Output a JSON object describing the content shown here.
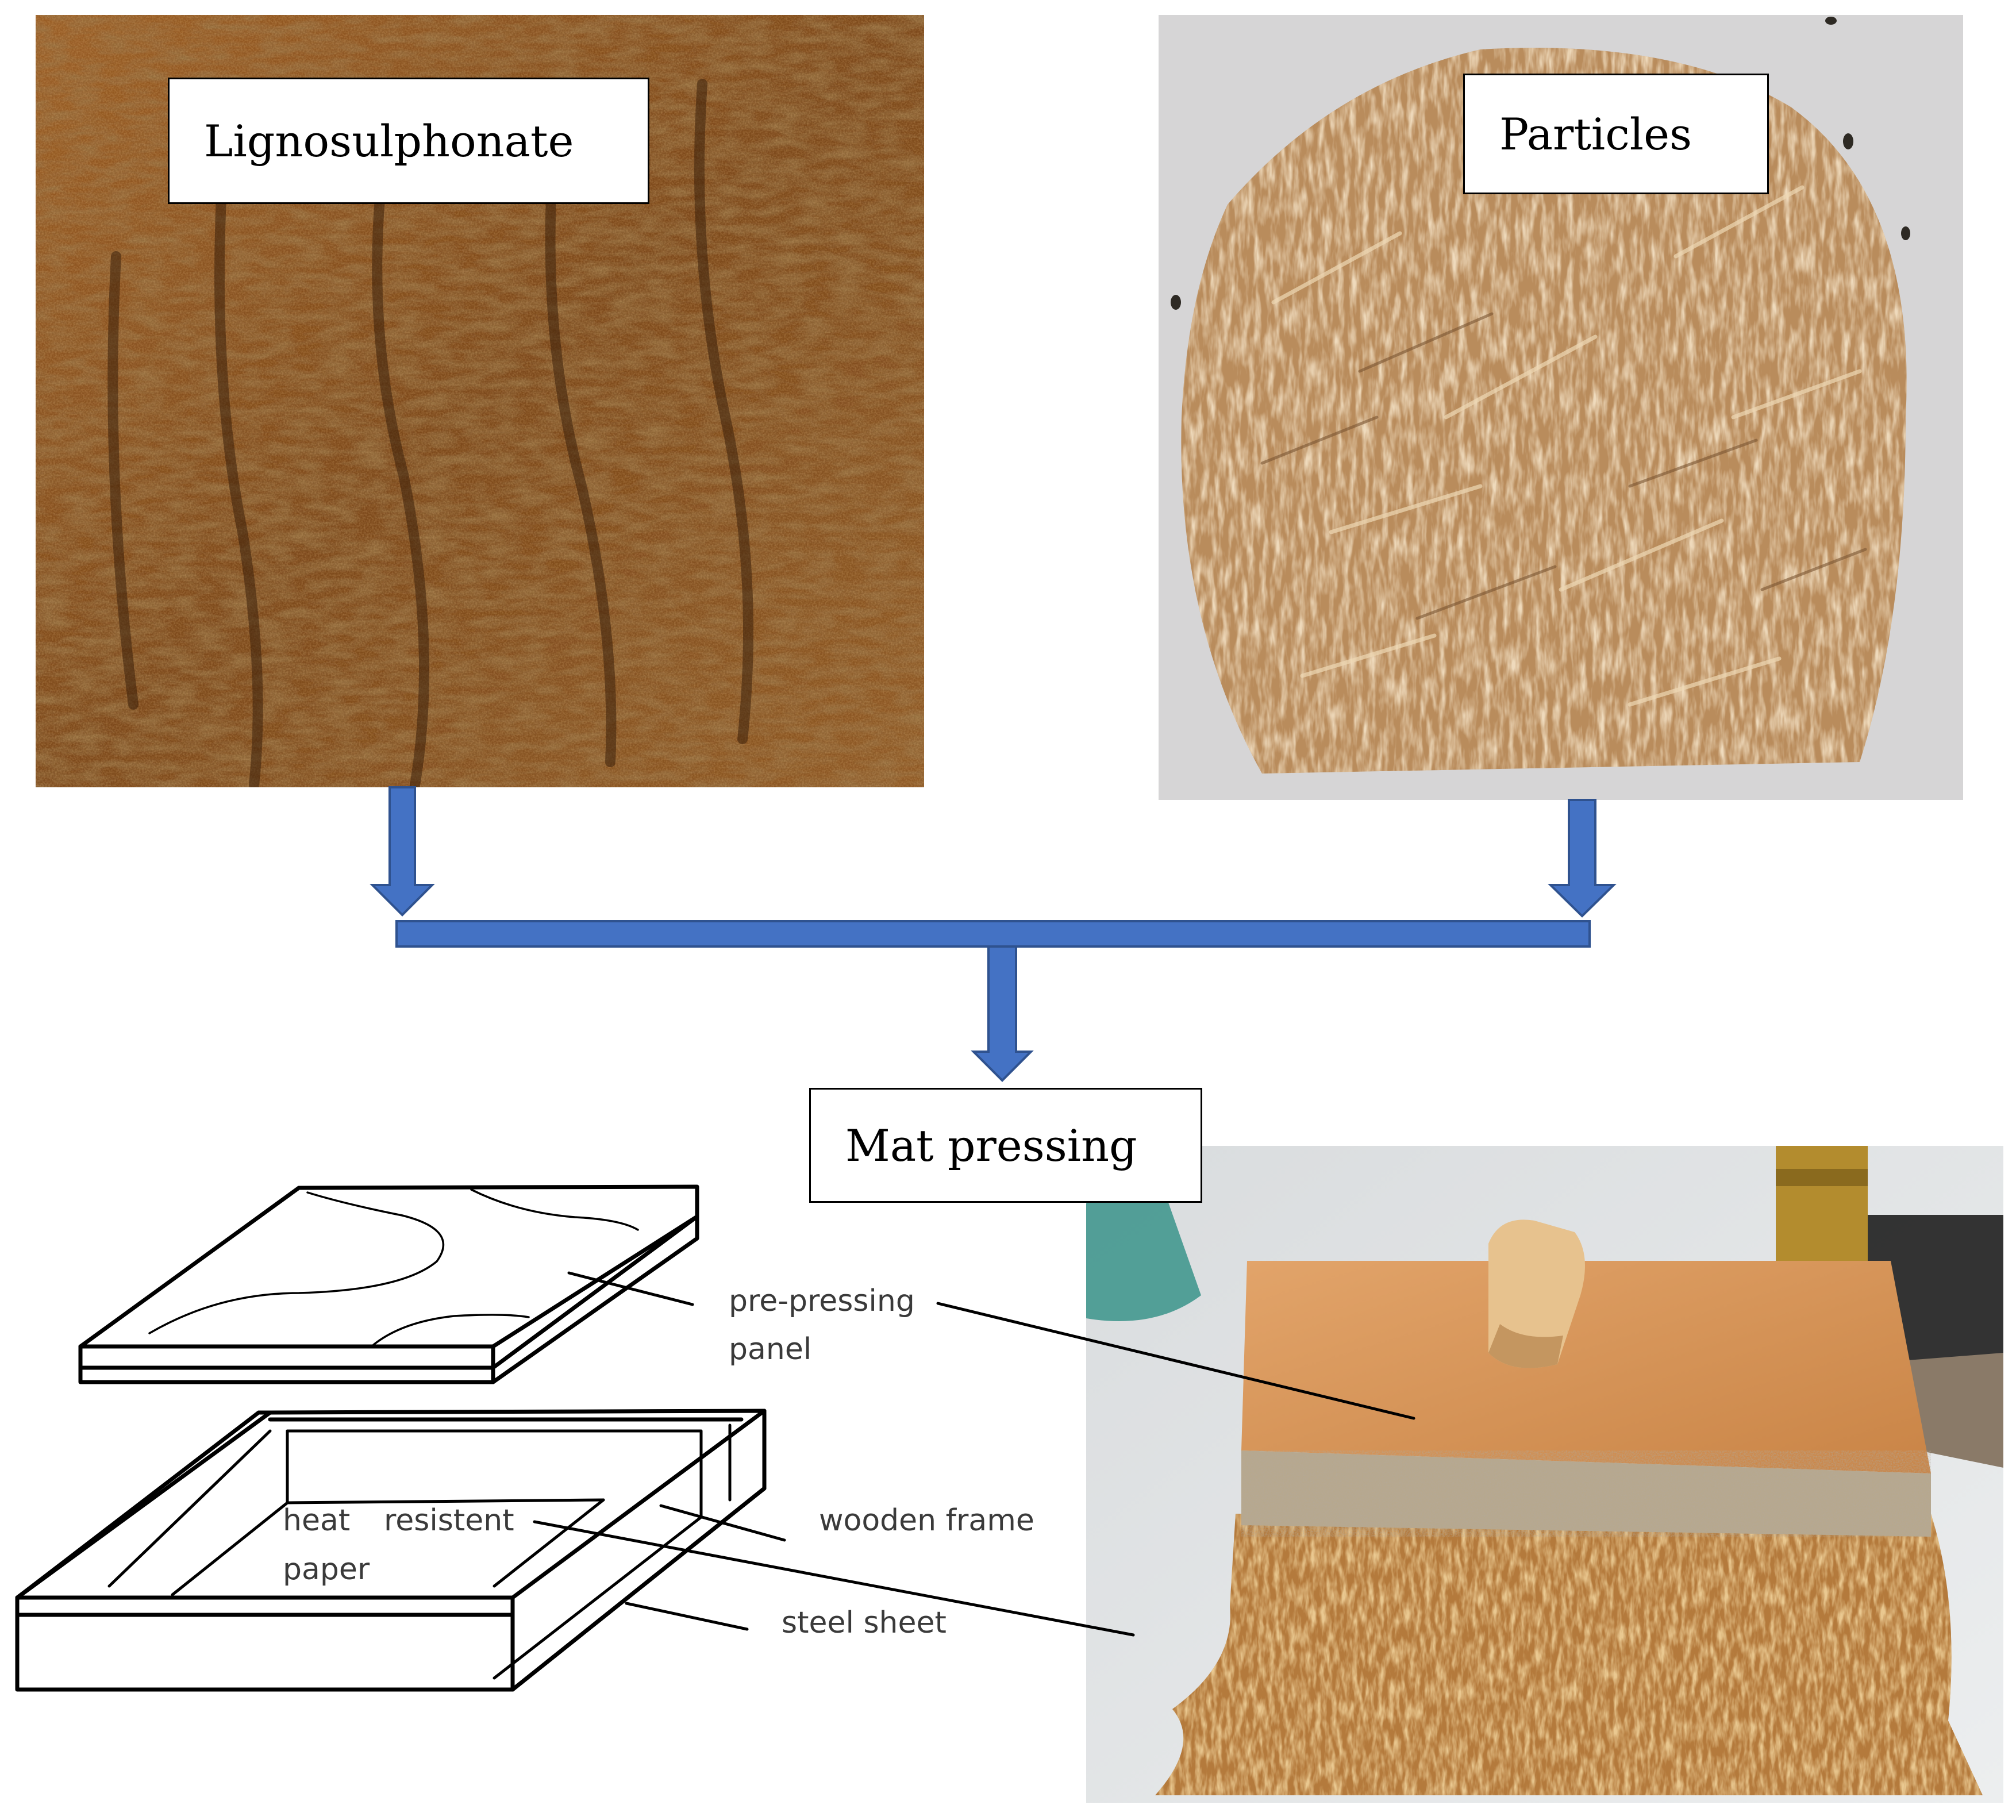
{
  "labels": {
    "lignosulphonate": "Lignosulphonate",
    "particles": "Particles",
    "mat_pressing": "Mat pressing"
  },
  "callouts": {
    "pre_pressing_line1": "pre-pressing",
    "pre_pressing_line2": "panel",
    "heat": "heat",
    "resistent": "resistent",
    "paper": "paper",
    "wooden_frame": "wooden frame",
    "steel_sheet": "steel sheet"
  },
  "colors": {
    "arrow": "#4472C4",
    "arrow_outline": "#2F528F",
    "lignosulphonate_base": "#7a4a1e",
    "particles_bg": "#d4d3d4",
    "particles_chip": "#c49a68",
    "wood_panel": "#d8955a"
  }
}
